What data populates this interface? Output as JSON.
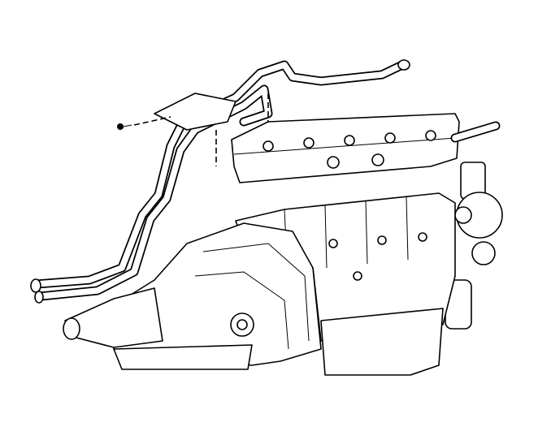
{
  "diagram": {
    "type": "exploded technical line drawing",
    "components": [
      "coolant-pipe-assembly",
      "bolt",
      "cylinder-head",
      "engine-block",
      "transmission",
      "oil-pan",
      "accessory-drive"
    ],
    "colors": {
      "line": "#000000",
      "background": "#ffffff"
    }
  }
}
